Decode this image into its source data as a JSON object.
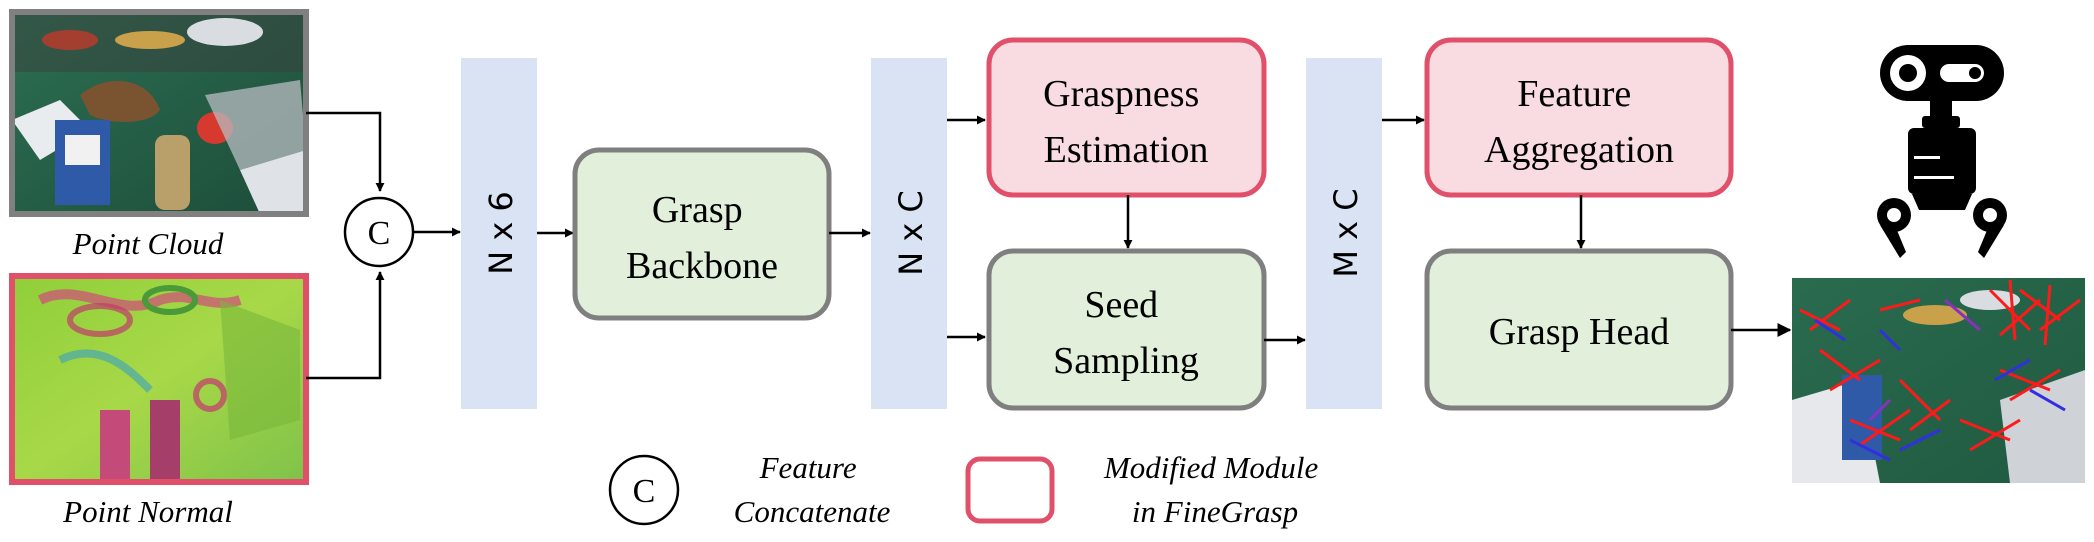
{
  "inputs": {
    "point_cloud_caption": "Point Cloud",
    "point_normal_caption": "Point Normal"
  },
  "concat_symbol": "C",
  "feature_bars": {
    "n6": "N x 6",
    "nc": "N x C",
    "mc": "M x C"
  },
  "modules": {
    "grasp_backbone": [
      "Grasp",
      "Backbone"
    ],
    "graspness_estimation": [
      "Graspness",
      "Estimation"
    ],
    "seed_sampling": [
      "Seed",
      "Sampling"
    ],
    "feature_aggregation": [
      "Feature",
      "Aggregation"
    ],
    "grasp_head": [
      "Grasp Head"
    ]
  },
  "legend": {
    "concat_symbol": "C",
    "concat_label": [
      "Feature",
      "Concatenate"
    ],
    "modified_label": [
      "Modified Module",
      "in FineGrasp"
    ]
  },
  "colors": {
    "standard_fill": "#e2efda",
    "standard_border": "#7f7f7f",
    "modified_fill": "#f9dce1",
    "modified_border": "#e0506a",
    "bar_fill": "#dae3f3",
    "cloud_border": "#808080",
    "normal_border": "#e0506a",
    "arrow": "#000000"
  },
  "icons": {
    "robot": "robot-gripper-icon",
    "point_cloud": "point-cloud-image",
    "point_normal": "point-normal-image",
    "grasp_result": "grasp-result-image"
  }
}
